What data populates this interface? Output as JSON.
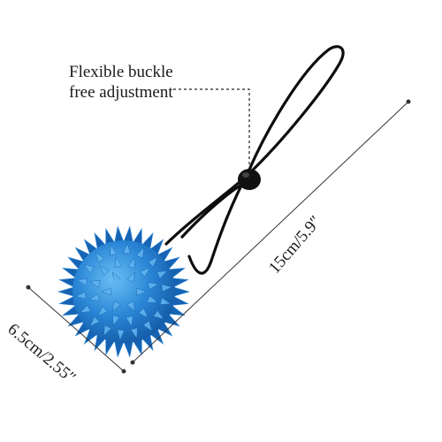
{
  "callout": {
    "line1": "Flexible buckle",
    "line2": "free adjustment"
  },
  "dimensions": {
    "length_label": "15cm/5.9″",
    "diameter_label": "6.5cm/2.55″"
  },
  "colors": {
    "ball": "#2a86d6",
    "ball_dark": "#1763b3",
    "ball_light": "#5fb3ee",
    "cord": "#0d0d0d",
    "buckle": "#111111",
    "dim_line": "#333333"
  }
}
